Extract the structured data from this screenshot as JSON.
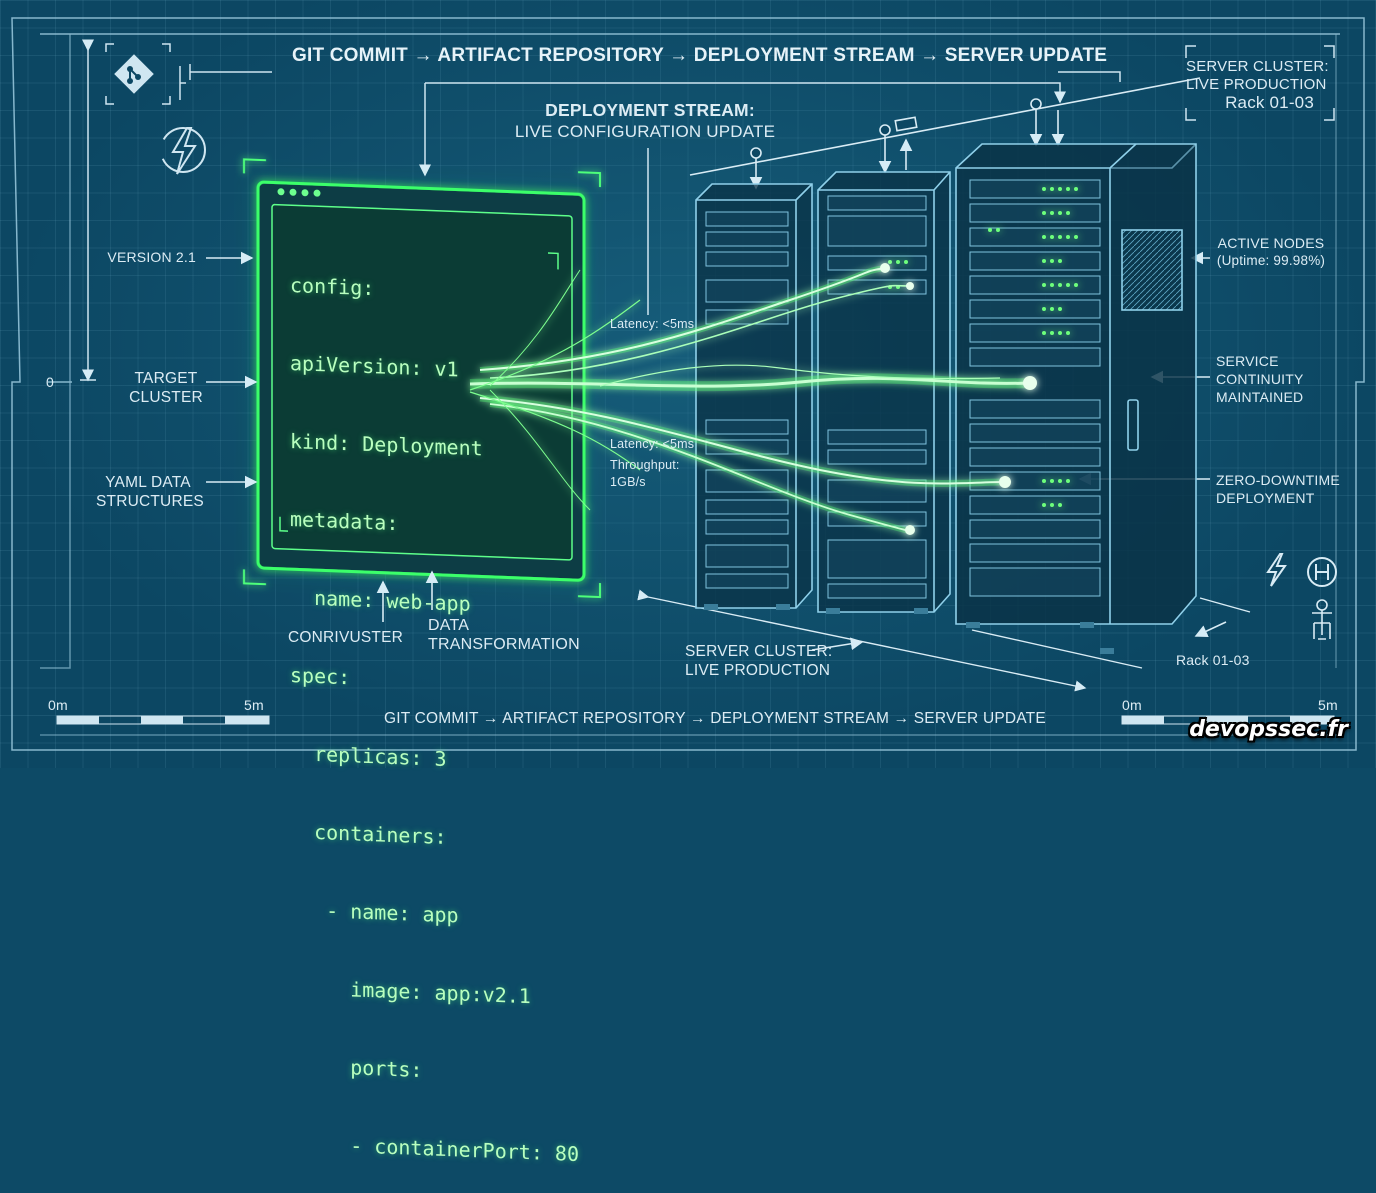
{
  "pipeline_top": "GIT COMMIT → ARTIFACT REPOSITORY → DEPLOYMENT STREAM → SERVER UPDATE",
  "pipeline_bottom": "GIT COMMIT → ARTIFACT REPOSITORY → DEPLOYMENT STREAM → SERVER UPDATE",
  "stream_title": "DEPLOYMENT STREAM:",
  "stream_subtitle": "LIVE CONFIGURATION UPDATE",
  "cluster_top": {
    "line1": "SERVER CLUSTER:",
    "line2": "LIVE PRODUCTION",
    "line3": "Rack 01-03"
  },
  "left_labels": {
    "version": "VERSION 2.1",
    "target_1": "TARGET",
    "target_2": "CLUSTER",
    "yaml_1": "YAML DATA",
    "yaml_2": "STRUCTURES"
  },
  "bottom_labels": {
    "conrivuster": "CONRIVUSTER",
    "data_1": "DATA",
    "data_2": "TRANSFORMATION",
    "cluster_1": "SERVER CLUSTER:",
    "cluster_2": "LIVE PRODUCTION",
    "rack": "Rack 01-03"
  },
  "stream_metrics": {
    "latency_top": "Latency: <5ms",
    "latency_bottom": "Latency: <5ms",
    "throughput_1": "Throughput:",
    "throughput_2": "1GB/s"
  },
  "right_labels": {
    "active_1": "ACTIVE NODES",
    "active_2": "(Uptime: 99.98%)",
    "service_1": "SERVICE",
    "service_2": "CONTINUITY",
    "service_3": "MAINTAINED",
    "zero_1": "ZERO-DOWNTIME",
    "zero_2": "DEPLOYMENT"
  },
  "scale_left": {
    "zero_marker": "0",
    "start": "0m",
    "end": "5m"
  },
  "scale_right": {
    "start": "0m",
    "end": "5m"
  },
  "code_lines": [
    "config:",
    "apiVersion: v1",
    "kind: Deployment",
    "metadata:",
    "  name: web-app",
    "spec:",
    "  replicas: 3",
    "  containers:",
    "   - name: app",
    "     image: app:v2.1",
    "     ports:",
    "     - containerPort: 80"
  ],
  "watermark": "devopssec.fr",
  "colors": {
    "background": "#0c4763",
    "blueprint_line": "#a9d6ea",
    "neon_green": "#39ff5a",
    "code_text": "#b9ffbf"
  },
  "icons": [
    "git-icon",
    "lightning-icon",
    "hydrogen-icon",
    "person-icon"
  ]
}
